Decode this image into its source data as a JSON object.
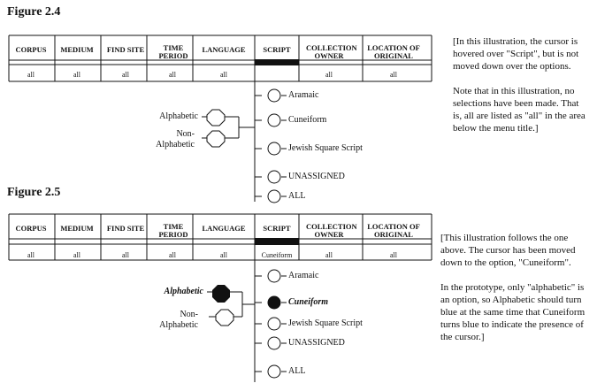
{
  "figure_a": {
    "title": "Figure 2.4",
    "headers": [
      "CORPUS",
      "MEDIUM",
      "FIND SITE",
      "TIME PERIOD",
      "LANGUAGE",
      "SCRIPT",
      "COLLECTION OWNER",
      "LOCATION OF ORIGINAL"
    ],
    "values": [
      "all",
      "all",
      "all",
      "all",
      "all",
      "",
      "all",
      "all"
    ],
    "options": [
      "Aramaic",
      "Cuneiform",
      "Jewish Square Script",
      "UNASSIGNED",
      "ALL"
    ],
    "side": [
      "Alphabetic",
      "Non-Alphabetic"
    ],
    "note": [
      "[In this illustration, the cursor is hovered over \"Script\", but is not moved down over the options.",
      "Note that in this illustration, no selections have been made. That is, all are listed as \"all\" in the area below the menu title.]"
    ]
  },
  "figure_b": {
    "title": "Figure 2.5",
    "headers": [
      "CORPUS",
      "MEDIUM",
      "FIND SITE",
      "TIME PERIOD",
      "LANGUAGE",
      "SCRIPT",
      "COLLECTION OWNER",
      "LOCATION OF ORIGINAL"
    ],
    "values": [
      "all",
      "all",
      "all",
      "all",
      "all",
      "Cuneiform",
      "all",
      "all"
    ],
    "options": [
      "Aramaic",
      "Cuneiform",
      "Jewish Square Script",
      "UNASSIGNED",
      "ALL"
    ],
    "side": [
      "Alphabetic",
      "Non-Alphabetic"
    ],
    "note": [
      "[This illustration follows the one above. The cursor has been moved down to the option, \"Cuneiform\".",
      "In the prototype, only \"alphabetic\" is an option, so Alphabetic should turn blue at the same time that Cuneiform turns blue to indicate the presence of the cursor.]"
    ]
  }
}
